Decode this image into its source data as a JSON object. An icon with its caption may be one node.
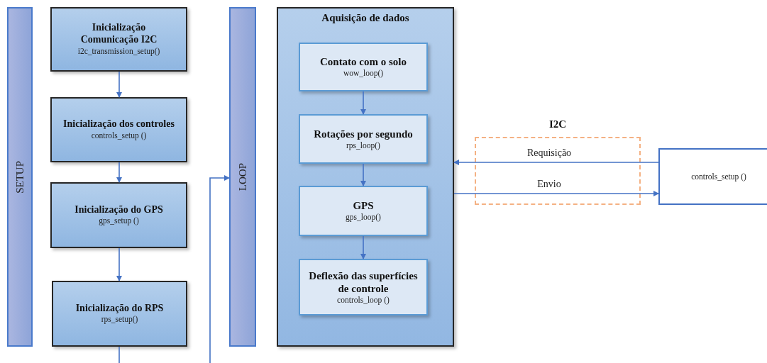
{
  "diagram": {
    "nodes": [
      {
        "text": [
          "SETUP"
        ]
      },
      {
        "text": [
          "Inicialização Comunicação I2C",
          "i2c_transmission_setup()"
        ]
      },
      {
        "text": [
          "Inicialização dos controles",
          "controls_setup ()"
        ]
      },
      {
        "text": [
          "Inicialização do GPS",
          "gps_setup ()"
        ]
      },
      {
        "text": [
          "Inicialização do RPS",
          "rps_setup()"
        ]
      },
      {
        "text": [
          "LOOP"
        ]
      },
      {
        "text": [
          "Aquisição de dados"
        ]
      },
      {
        "text": [
          "Contato com o solo",
          "wow_loop()"
        ],
        "in": 6
      },
      {
        "text": [
          "Rotações por segundo",
          "rps_loop()"
        ],
        "in": 6
      },
      {
        "text": [
          "GPS",
          "gps_loop()"
        ],
        "in": 6
      },
      {
        "text": [
          "Deflexão das superfícies de controle",
          "controls_loop ()"
        ],
        "in": 6
      },
      {
        "text": [
          "controls_setup ()"
        ]
      }
    ],
    "edges": [
      {
        "from": 1,
        "to": 2,
        "arrow": "to"
      },
      {
        "from": 2,
        "to": 3,
        "arrow": "to"
      },
      {
        "from": 3,
        "to": 4,
        "arrow": "to"
      },
      {
        "from": 4,
        "to": null,
        "arrow": "none"
      },
      {
        "from": null,
        "to": 5,
        "arrow": "to"
      },
      {
        "from": 7,
        "to": 8,
        "arrow": "to"
      },
      {
        "from": 8,
        "to": 9,
        "arrow": "to"
      },
      {
        "from": 9,
        "to": 10,
        "arrow": "to"
      },
      {
        "from": 11,
        "to": 6,
        "arrow": "to",
        "label": "Requisição"
      },
      {
        "from": 6,
        "to": 11,
        "arrow": "to",
        "label": "Envio"
      }
    ],
    "labels": [
      "I2C"
    ]
  }
}
